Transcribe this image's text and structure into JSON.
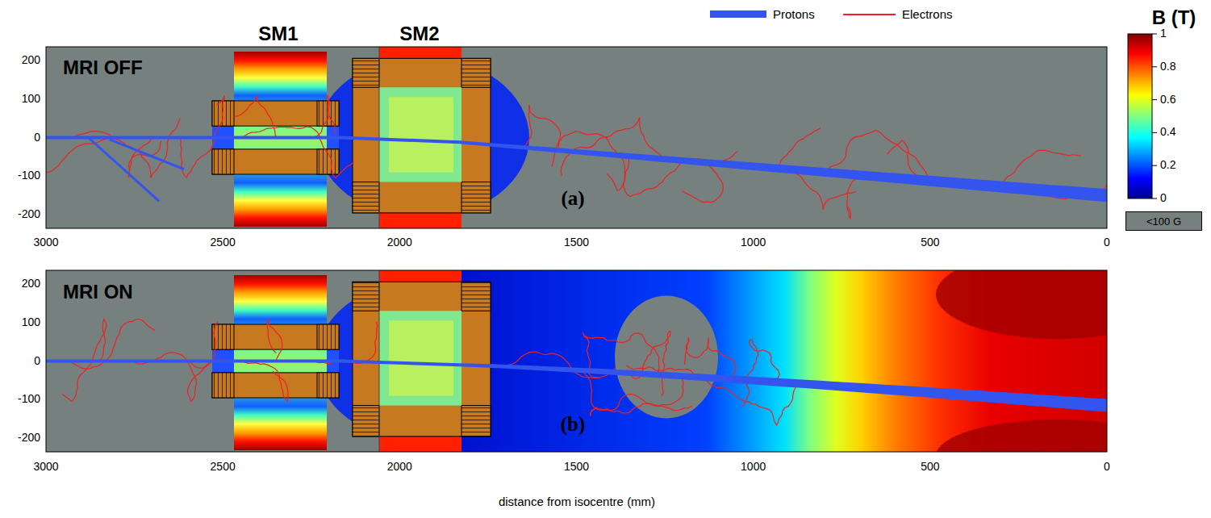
{
  "diagram": {
    "labels": [
      "SM1",
      "SM2",
      "B (T)",
      "1",
      "0.8",
      "0.6",
      "0.4",
      "0.2",
      "0",
      "MRI OFF",
      "(a)",
      "200",
      "100",
      "0",
      "-100",
      "-200",
      "3000",
      "2500",
      "2000",
      "1500",
      "1000",
      "500",
      "0",
      "MRI ON",
      "(b)",
      "200",
      "100",
      "0",
      "-100",
      "-200",
      "3000",
      "2500",
      "2000",
      "1500",
      "1000",
      "500",
      "0",
      "distance from isocentre (mm)"
    ],
    "legend": [
      {
        "text": "Protons",
        "color": "#3355ee"
      },
      {
        "text": "Electrons",
        "color": "#ee2222"
      },
      {
        "text": "<100 G",
        "color": "#75807f"
      }
    ]
  }
}
